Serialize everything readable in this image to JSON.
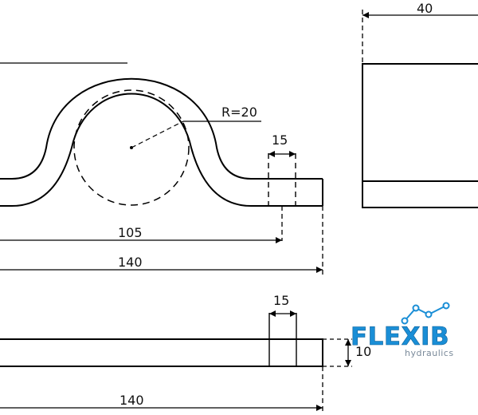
{
  "dimensions": {
    "top_width": "40",
    "radius": "R=20",
    "slot_front": "15",
    "len_105": "105",
    "len_140_front": "140",
    "slot_bottom": "15",
    "thickness": "10",
    "len_140_bottom": "140"
  },
  "logo": {
    "name": "FLEXIB",
    "tagline": "hydraulics"
  },
  "colors": {
    "line": "#000000",
    "logo_blue": "#1a8ed6",
    "logo_gray": "#7a8a9a"
  }
}
